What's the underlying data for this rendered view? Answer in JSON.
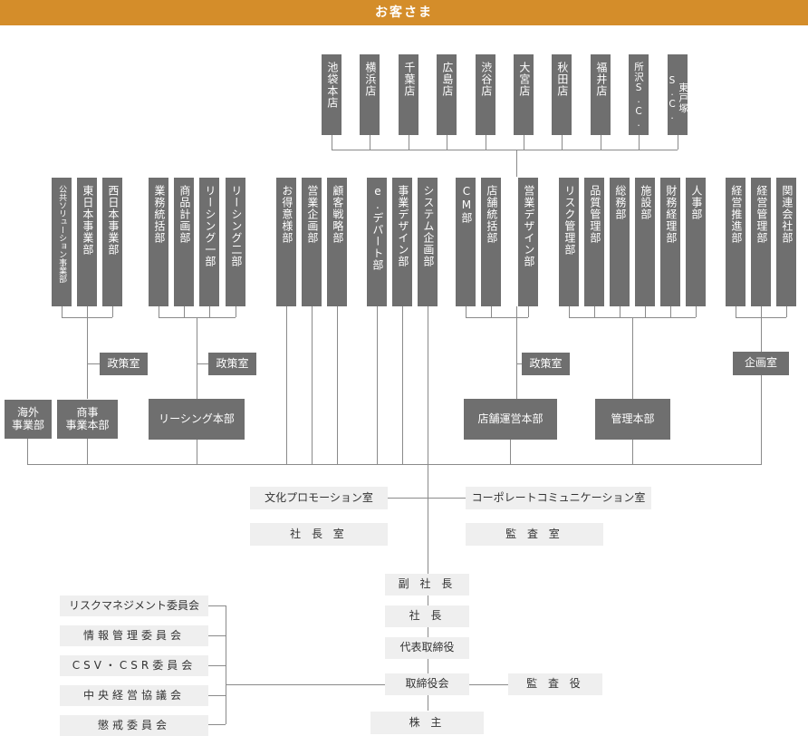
{
  "header": {
    "title": "お客さま"
  },
  "stores": [
    "池袋本店",
    "横浜店",
    "千葉店",
    "広島店",
    "渋谷店",
    "大宮店",
    "秋田店",
    "福井店",
    "所沢S.C.",
    "東戸塚S.C."
  ],
  "departments": {
    "commerce": [
      "公共ソリューション事業部",
      "東日本事業部",
      "西日本事業部"
    ],
    "leasing": [
      "業務統括部",
      "商品計画部",
      "リーシング一部",
      "リーシング二部"
    ],
    "direct": [
      "お得意様部",
      "営業企画部",
      "顧客戦略部",
      "e.デパート部",
      "事業デザイン部",
      "システム企画部"
    ],
    "store_ops": [
      "CM部",
      "店舗統括部",
      "営業デザイン部"
    ],
    "admin": [
      "リスク管理部",
      "品質管理部",
      "総務部",
      "施設部",
      "財務経理部",
      "人事部"
    ],
    "planning": [
      "経営推進部",
      "経営管理部",
      "関連会社部"
    ]
  },
  "divisions": {
    "policy_office_1": "政策室",
    "policy_office_2": "政策室",
    "policy_office_3": "政策室",
    "planning_office": "企画室",
    "overseas": "海外\n事業部",
    "commerce_hq": "商事\n事業本部",
    "leasing_hq": "リーシング本部",
    "store_ops_hq": "店舗運営本部",
    "admin_hq": "管理本部"
  },
  "staff": {
    "culture": "文化プロモーション室",
    "corp_comm": "コーポレートコミュニケーション室",
    "president_office": "社 長 室",
    "audit_office": "監 査 室"
  },
  "executives": {
    "vice_president": "副 社 長",
    "president": "社 長",
    "representative_director": "代表取締役",
    "board": "取締役会",
    "auditor": "監 査 役",
    "shareholders": "株 主"
  },
  "committees": [
    "リスクマネジメント委員会",
    "情報管理委員会",
    "CSV・CSR委員会",
    "中央経営協議会",
    "懲戒委員会"
  ]
}
